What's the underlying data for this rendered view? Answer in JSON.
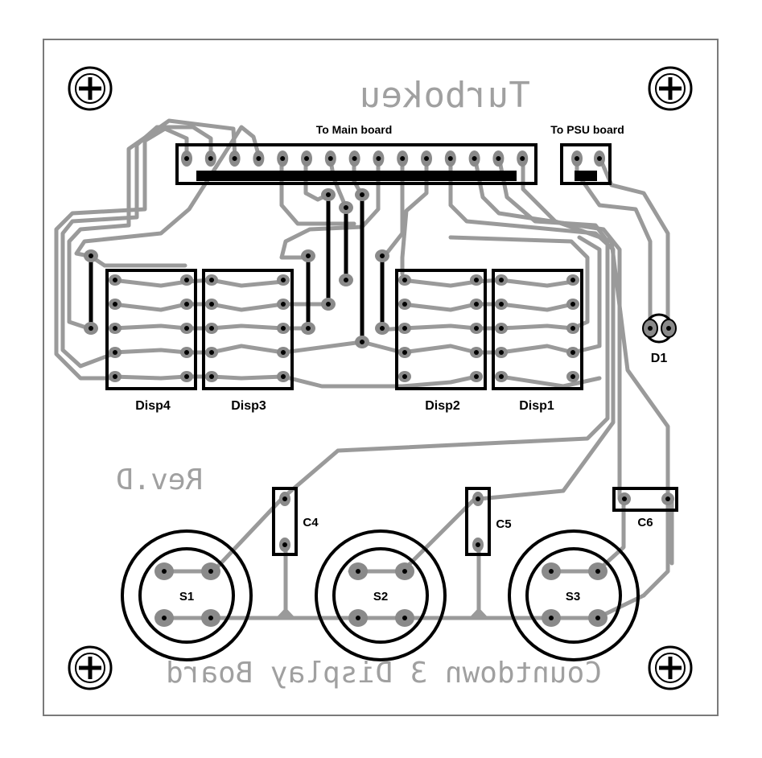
{
  "board": {
    "title": "Turbokeu",
    "revision": "Rev.D",
    "name": "Countdown 3 Display Board"
  },
  "connectors": {
    "main": "To Main board",
    "psu": "To PSU board"
  },
  "displays": [
    "Disp4",
    "Disp3",
    "Disp2",
    "Disp1"
  ],
  "capacitors": [
    "C4",
    "C5",
    "C6"
  ],
  "switches": [
    "S1",
    "S2",
    "S3"
  ],
  "diode": "D1",
  "colors": {
    "trace": "#9a9a9a",
    "outline": "#000000",
    "pad": "#8a8a8a",
    "silkscreen": "#a0a0a0",
    "board_edge": "#7a7a7a"
  }
}
